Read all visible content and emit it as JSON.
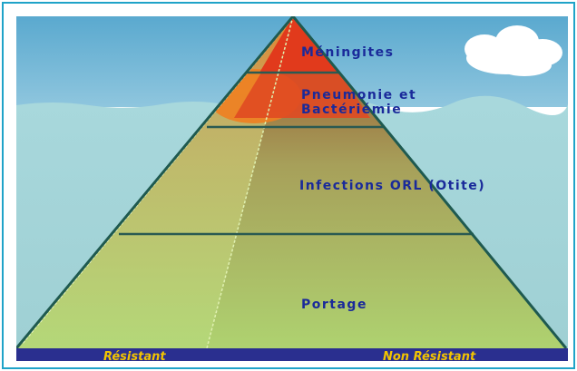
{
  "pyramid": {
    "levels": [
      {
        "id": "meningites",
        "label": "Méningites"
      },
      {
        "id": "pneumonie",
        "label_line1": "Pneumonie et",
        "label_line2": "Bactériémie"
      },
      {
        "id": "infections",
        "label": "Infections ORL (Otite)"
      },
      {
        "id": "portage",
        "label": "Portage"
      }
    ],
    "base": {
      "left_label": "Résistant",
      "right_label": "Non Résistant"
    }
  },
  "colors": {
    "frame": "#1fa3c8",
    "sky": "#6fb8d8",
    "sea": "#9dd2d8",
    "base_bar": "#2a2f8f",
    "label_text": "#1a2a9a",
    "base_label_text": "#f2c400",
    "top_red": "#e23a1e",
    "pyramid_green": "#a9cf6e",
    "pyramid_olive": "#a39a55",
    "edge": "#1f5a50"
  }
}
